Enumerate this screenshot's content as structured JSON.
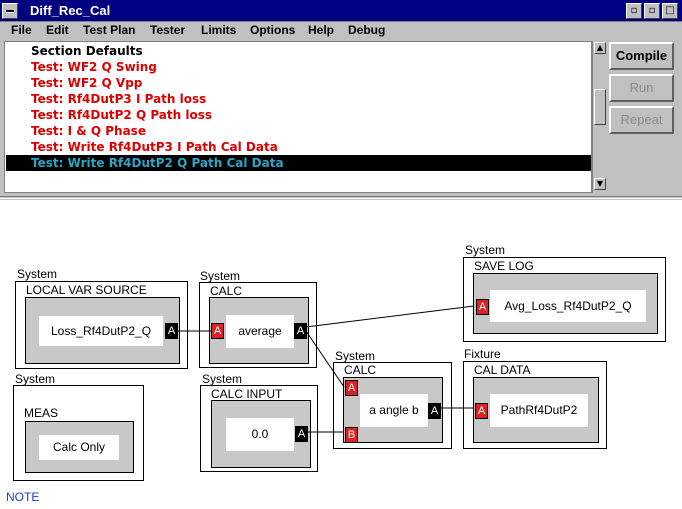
{
  "window": {
    "title": "Diff_Rec_Cal"
  },
  "menu": [
    "File",
    "Edit",
    "Test Plan",
    "Tester",
    "Limits",
    "Options",
    "Help",
    "Debug"
  ],
  "test_list": {
    "header": "Section Defaults",
    "items": [
      "Test: WF2 Q Swing",
      "Test: WF2 Q Vpp",
      "Test: Rf4DutP3 I Path loss",
      "Test: Rf4DutP2 Q Path loss",
      "Test: I & Q Phase",
      "Test: Write Rf4DutP3 I Path Cal Data",
      "Test: Write Rf4DutP2 Q Path Cal Data"
    ],
    "selected_index": 6
  },
  "buttons": {
    "compile": "Compile",
    "run": "Run",
    "repeat": "Repeat"
  },
  "diagram": {
    "blocks": {
      "local_var_source": {
        "group": "System",
        "title": "LOCAL VAR SOURCE",
        "text": "Loss_Rf4DutP2_Q",
        "port_out": "A"
      },
      "calc_average": {
        "group": "System",
        "title": "CALC",
        "text": "average",
        "port_in": "A",
        "port_out": "A"
      },
      "save_log": {
        "group": "System",
        "title": "SAVE LOG",
        "text": "Avg_Loss_Rf4DutP2_Q",
        "port_in": "A"
      },
      "meas": {
        "group": "System",
        "title": "MEAS",
        "text": "Calc Only"
      },
      "calc_input": {
        "group": "System",
        "title": "CALC INPUT",
        "text": "0.0",
        "port_out": "A"
      },
      "calc_angle": {
        "group": "System",
        "title": "CALC",
        "text": "a angle b",
        "port_in_a": "A",
        "port_in_b": "B",
        "port_out": "A"
      },
      "cal_data": {
        "group": "Fixture",
        "title": "CAL DATA",
        "text": "PathRf4DutP2",
        "port_in": "A"
      }
    },
    "note": "NOTE"
  },
  "colors": {
    "titlebar": "#000080",
    "test_item": "#dd0000",
    "selected_text": "#2aa5c8",
    "port_in": "#dd2222",
    "port_out": "#000000",
    "note": "#1a3fcc"
  }
}
